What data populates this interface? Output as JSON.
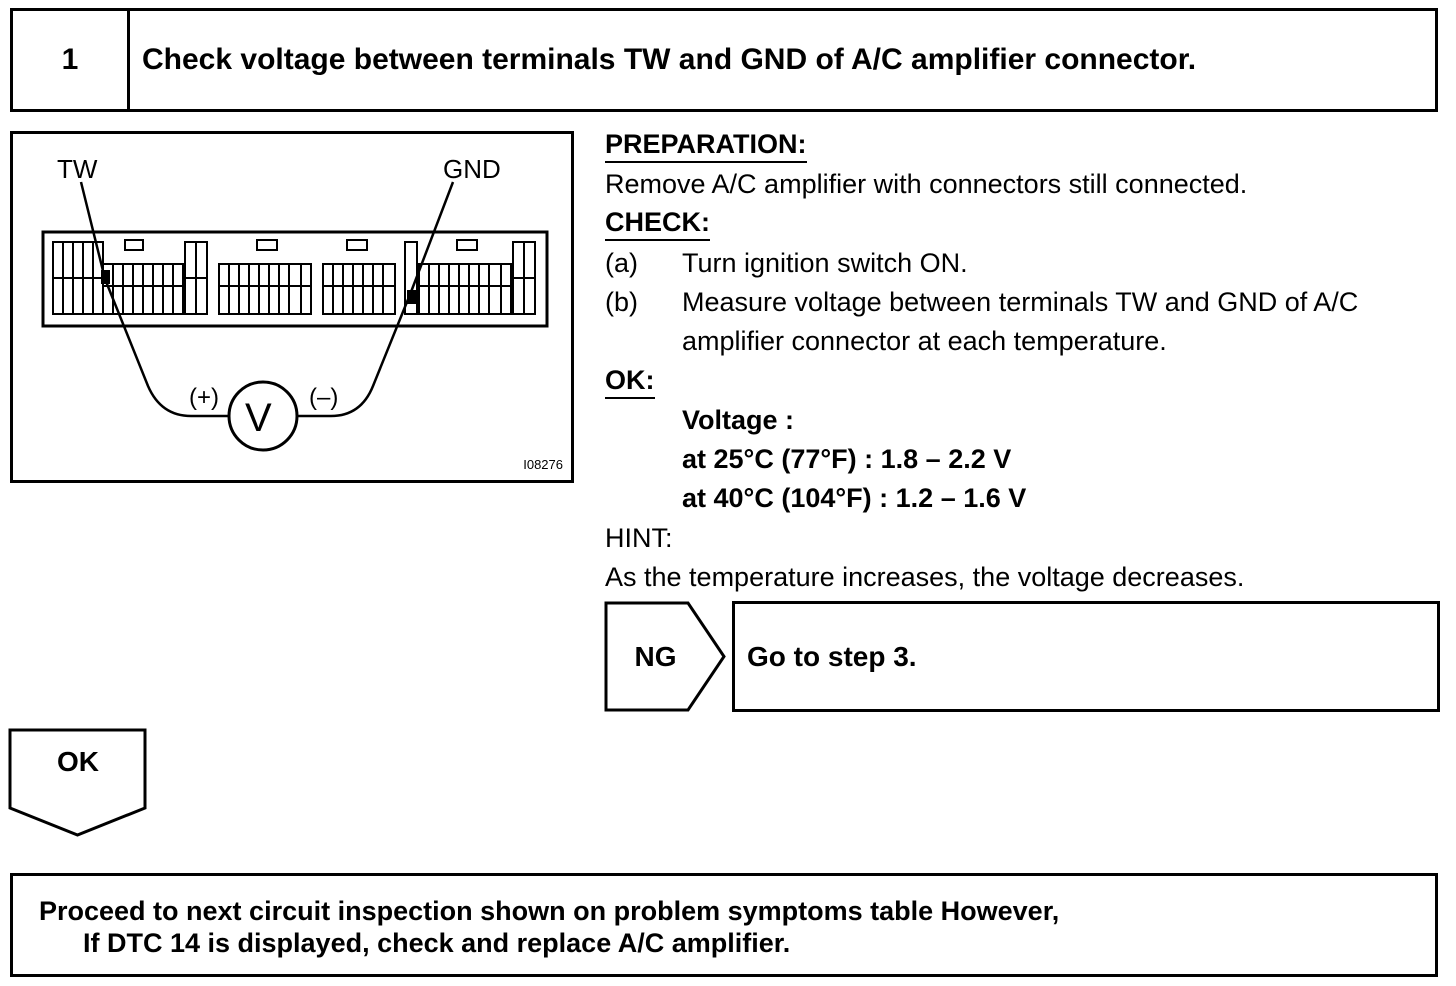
{
  "step": {
    "number": "1",
    "title": "Check voltage between terminals TW and GND of A/C amplifier connector."
  },
  "diagram": {
    "terminal_left": "TW",
    "terminal_right": "GND",
    "plus": "(+)",
    "minus": "(–)",
    "meter": "V",
    "code": "I08276"
  },
  "instructions": {
    "preparation_heading": "PREPARATION:",
    "preparation_text": "Remove A/C amplifier with connectors still connected.",
    "check_heading": "CHECK:",
    "check_items": [
      {
        "key": "(a)",
        "text": "Turn ignition switch ON."
      },
      {
        "key": "(b)",
        "text": "Measure voltage between terminals TW and GND of A/C"
      }
    ],
    "check_item_b_cont": "amplifier connector at each temperature.",
    "ok_heading": "OK:",
    "ok_lines": [
      "Voltage :",
      "at 25°C (77°F) : 1.8 – 2.2 V",
      "at 40°C (104°F) : 1.2 – 1.6 V"
    ],
    "hint_heading": "HINT:",
    "hint_text": "As the temperature increases, the voltage decreases."
  },
  "ng": {
    "label": "NG",
    "result": "Go to step 3."
  },
  "ok": {
    "label": "OK"
  },
  "final": {
    "line1": "Proceed to next circuit inspection shown on problem symptoms table However,",
    "line2": "If DTC 14 is displayed, check and replace A/C amplifier."
  }
}
